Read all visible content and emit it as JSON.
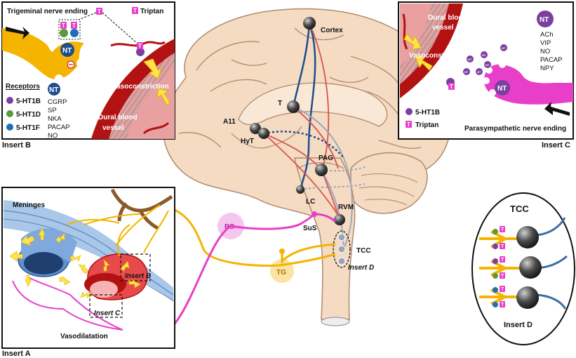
{
  "nuclei": {
    "cortex": "Cortex",
    "t": "T",
    "a11": "A11",
    "hyt": "HyT",
    "pag": "PAG",
    "lc": "LC",
    "rvm": "RVM",
    "sus": "SuS",
    "tcc": "TCC",
    "pg": "PG",
    "tg": "TG"
  },
  "insert_a": {
    "label": "Insert A",
    "meninges": "Meninges",
    "vasodilatation": "Vasodilatation",
    "insert_b_box": "Insert B",
    "insert_c_box": "Insert C"
  },
  "insert_b": {
    "label": "Insert B",
    "title": "Trigeminal nerve ending",
    "triptan_legend": "Triptan",
    "vasoconstriction": "Vasoconstriction",
    "dural_line1": "Dural blood",
    "dural_line2": "vessel",
    "receptors_title": "Receptors",
    "receptors": [
      "5-HT1B",
      "5-HT1D",
      "5-HT1F"
    ],
    "nt_badge": "NT",
    "neurotransmitters": [
      "CGRP",
      "SP",
      "NKA",
      "PACAP",
      "NO"
    ]
  },
  "insert_c": {
    "label": "Insert C",
    "dural_line1": "Dural blood",
    "dural_line2": "vessel",
    "vasoconstriction": "Vasoconstriction",
    "nt_badge": "NT",
    "neurotransmitters": [
      "ACh",
      "VIP",
      "NO",
      "PACAP",
      "NPY"
    ],
    "receptor_legend": "5-HT1B",
    "triptan_legend": "Triptan",
    "ending": "Parasympathetic nerve ending"
  },
  "insert_d": {
    "label": "Insert D",
    "title": "TCC",
    "marker": "Insert D"
  },
  "glyphs": {
    "triptan": "T",
    "nt": "NT"
  },
  "colors": {
    "trigeminal": "#f5b400",
    "parasympathetic": "#e83fc8",
    "vessel": "#b31212",
    "blue_pathway": "#1f4e8c",
    "red_pathway": "#d9534f",
    "receptor_1b": "#7b3fa0",
    "receptor_1d": "#5a9a3a",
    "receptor_1f": "#1f6fb5"
  }
}
